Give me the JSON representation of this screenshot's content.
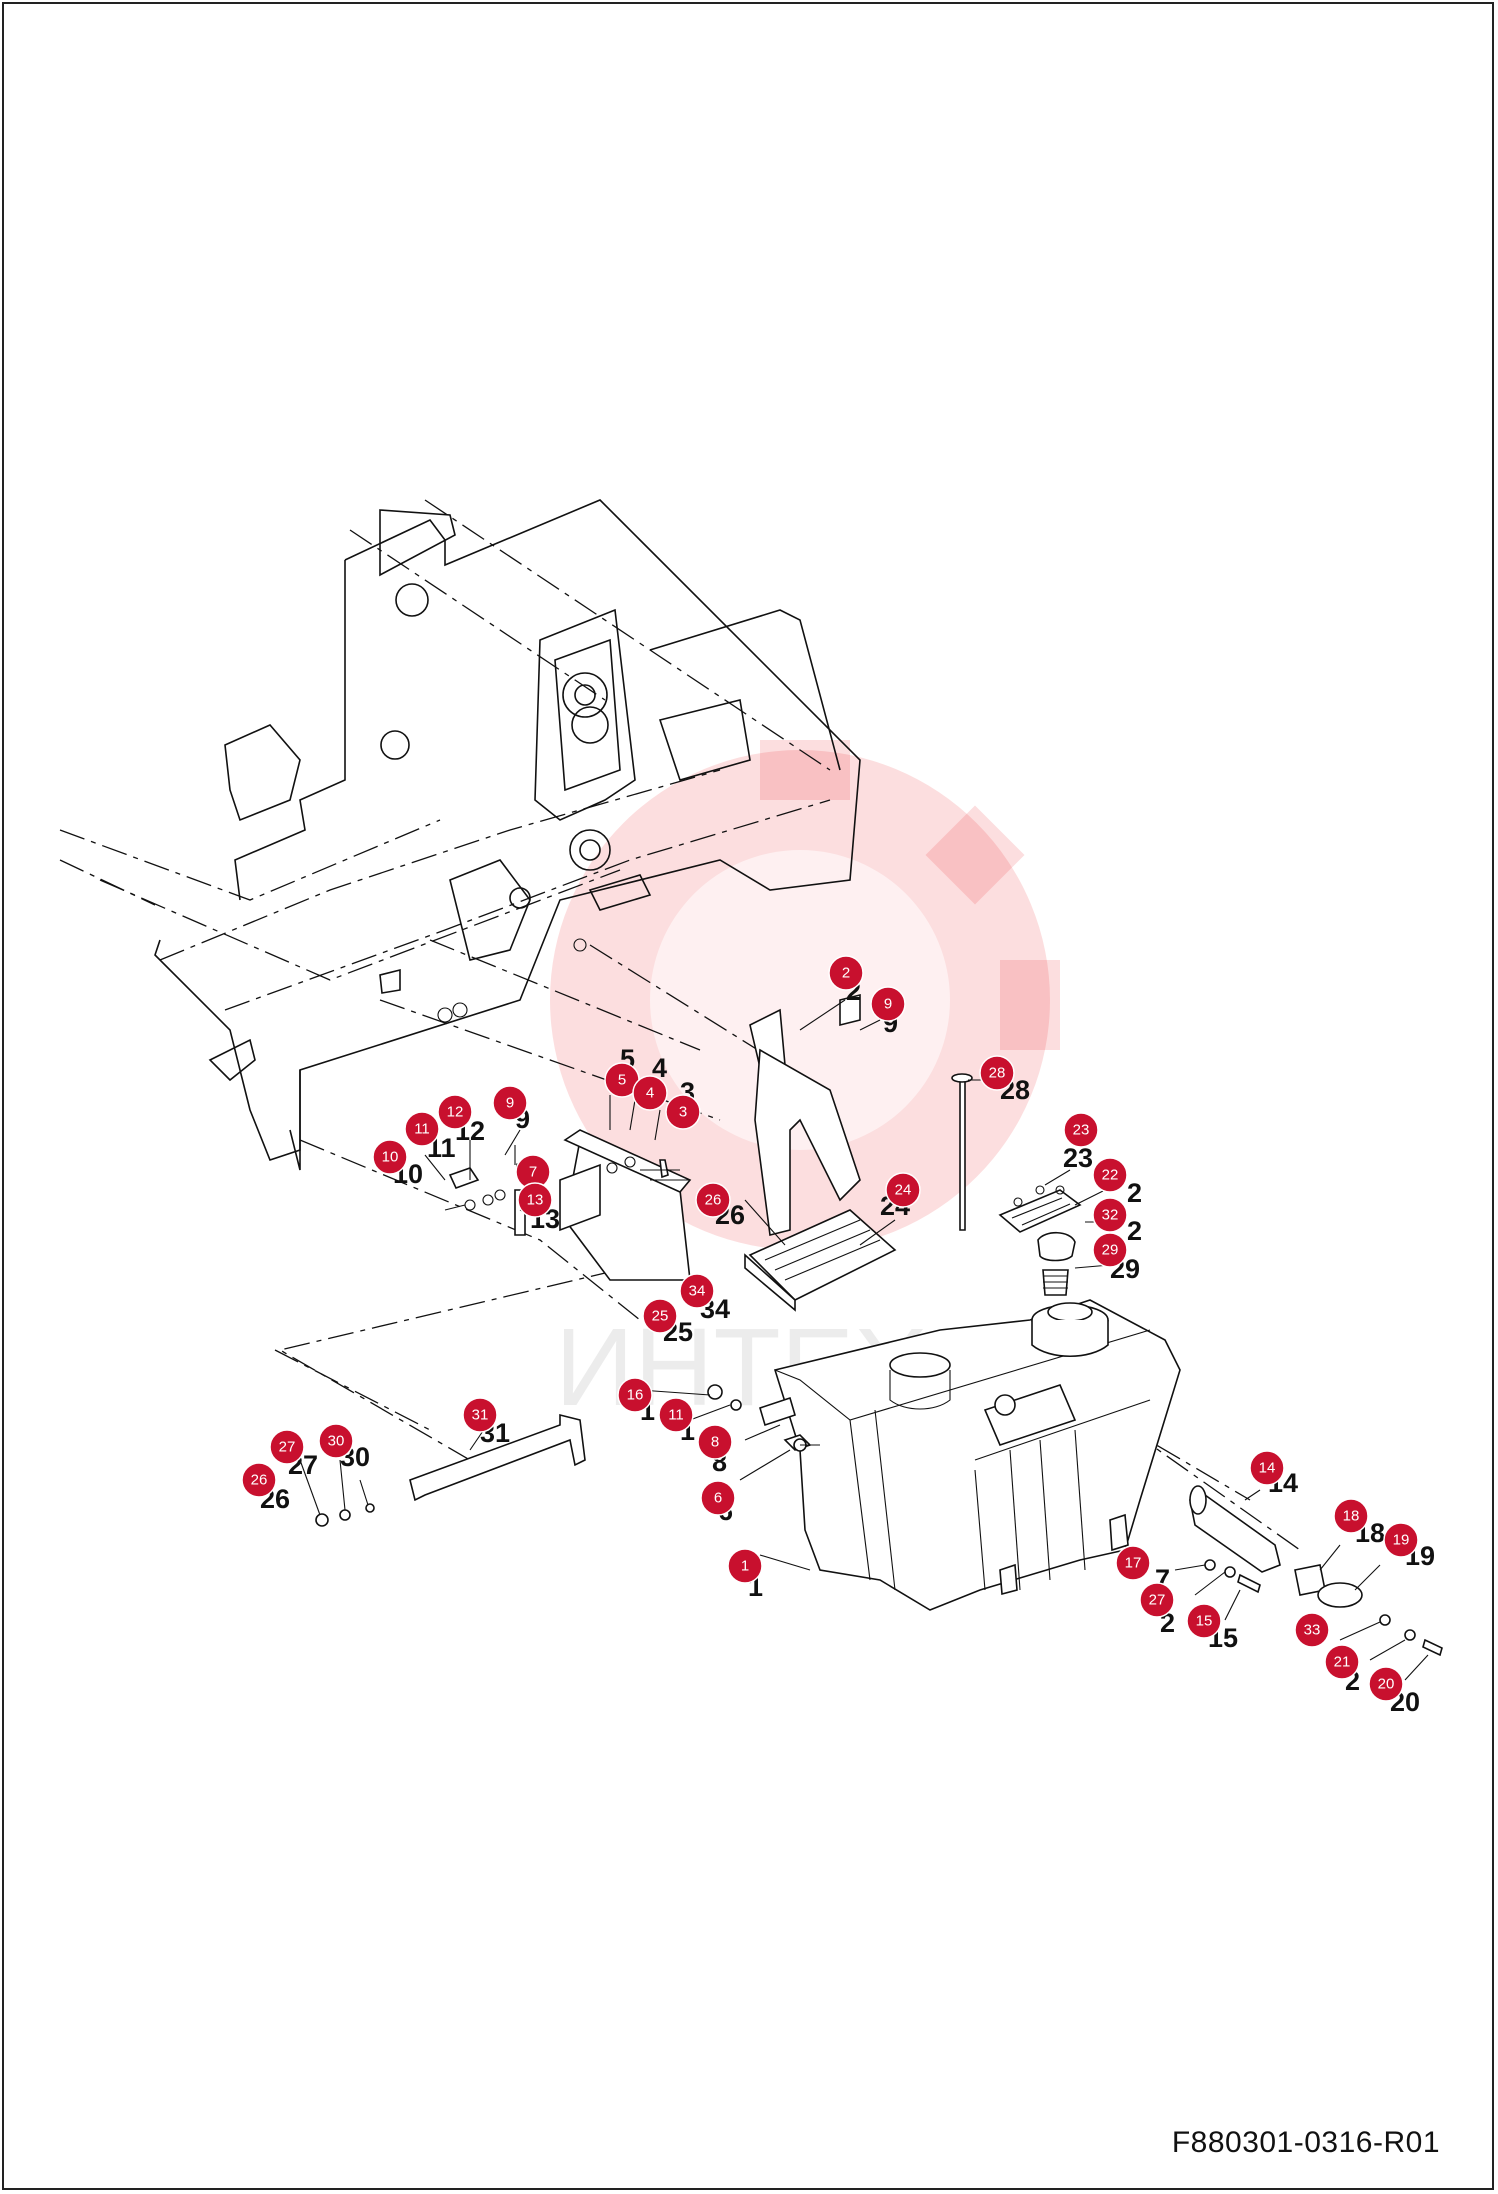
{
  "drawing_code": "F880301-0316-R01",
  "watermark_text": "ИНТЕХ",
  "accent_color": "#c8102e",
  "callouts": [
    "1",
    "2",
    "9",
    "28",
    "23",
    "22",
    "32",
    "29",
    "5",
    "4",
    "3",
    "12",
    "11",
    "10",
    "9",
    "7",
    "13",
    "26",
    "24",
    "34",
    "25",
    "16",
    "11",
    "8",
    "6",
    "31",
    "27",
    "30",
    "26",
    "14",
    "18",
    "19",
    "17",
    "27",
    "15",
    "33",
    "21",
    "20"
  ],
  "labels": [
    "2",
    "9",
    "28",
    "23",
    "2",
    "2",
    "29",
    "5",
    "4",
    "3",
    "12",
    "11",
    "10",
    "9",
    "7",
    "13",
    "26",
    "24",
    "34",
    "25",
    "1",
    "1",
    "8",
    "6",
    "31",
    "27",
    "30",
    "26",
    "1",
    "14",
    "18",
    "19",
    "7",
    "2",
    "15",
    "2",
    "20"
  ]
}
